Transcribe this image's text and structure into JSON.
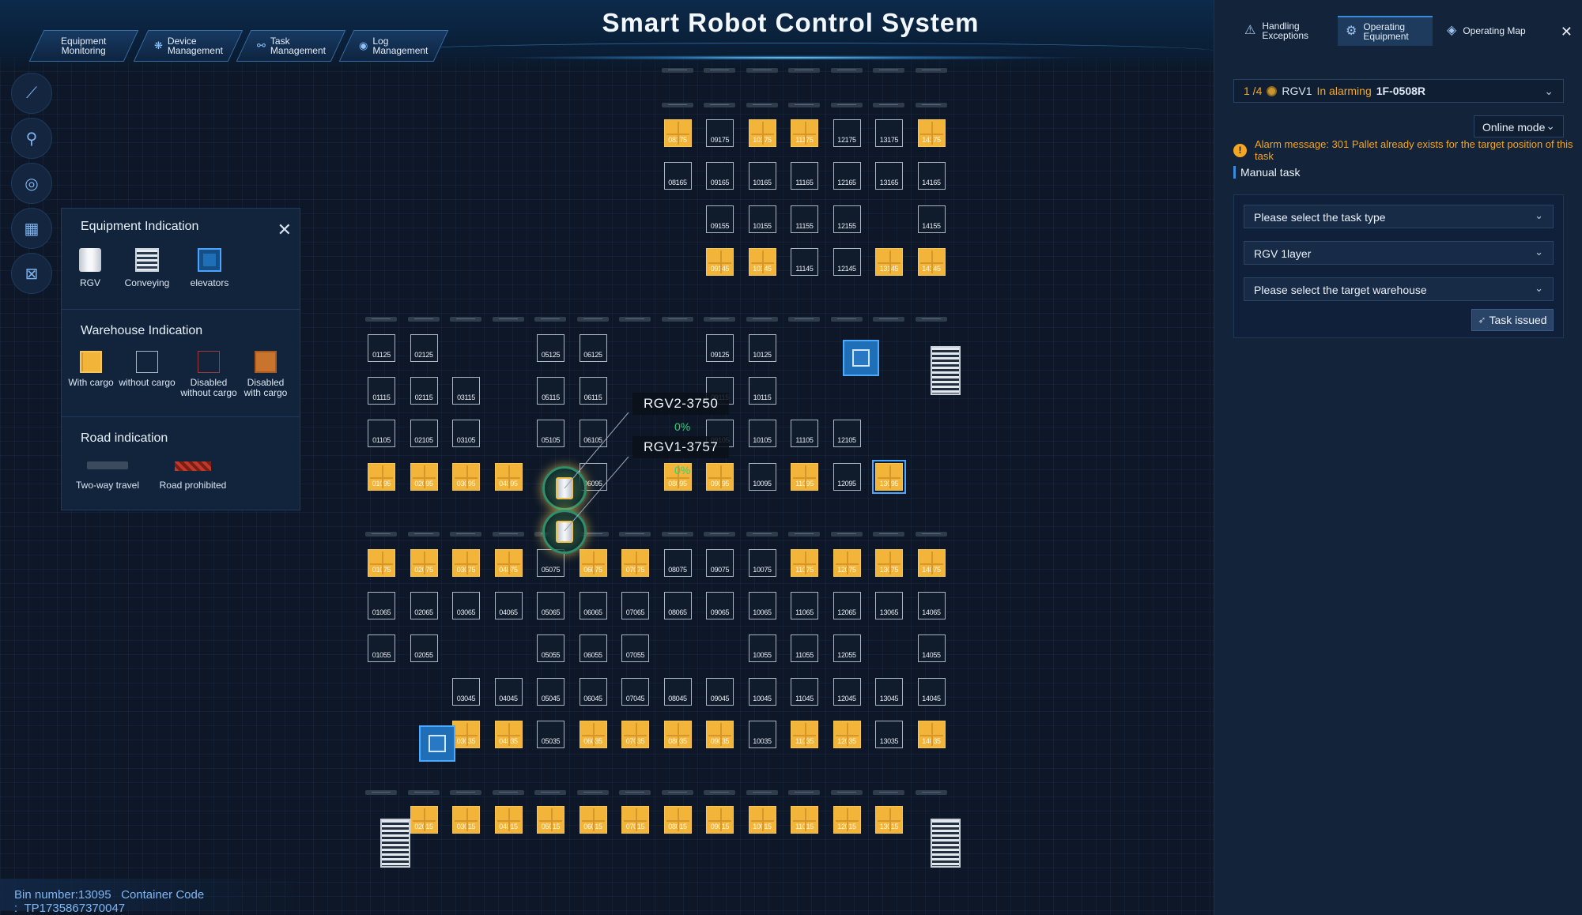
{
  "header": {
    "title": "Smart Robot Control System"
  },
  "nav": [
    {
      "id": "equipment-monitoring",
      "label": "Equipment\nMonitoring",
      "icon": "monitor-icon"
    },
    {
      "id": "device-management",
      "label": "Device\nManagement",
      "icon": "gear-icon"
    },
    {
      "id": "task-management",
      "label": "Task\nManagement",
      "icon": "flow-icon"
    },
    {
      "id": "log-management",
      "label": "Log\nManagement",
      "icon": "log-icon"
    }
  ],
  "toolbar": [
    "ruler-icon",
    "search-icon",
    "locate-icon",
    "grid-icon",
    "fit-icon"
  ],
  "legend": {
    "equipment_title": "Equipment Indication",
    "equipment": [
      "RGV",
      "Conveying",
      "elevators"
    ],
    "warehouse_title": "Warehouse Indication",
    "warehouse": [
      "With cargo",
      "without cargo",
      "Disabled without cargo",
      "Disabled with cargo"
    ],
    "road_title": "Road indication",
    "road": [
      "Two-way travel",
      "Road prohibited"
    ]
  },
  "map": {
    "rgv_labels": [
      {
        "name": "RGV2-3750",
        "pct": "0%"
      },
      {
        "name": "RGV1-3757",
        "pct": "0%"
      }
    ]
  },
  "status": {
    "bin_label": "Bin number:",
    "bin": "13095",
    "container_label": "Container Code :",
    "container": "TP1735867370047"
  },
  "panel": {
    "tabs": [
      {
        "label": "Handling\nExceptions",
        "icon": "alert-icon"
      },
      {
        "label": "Operating\nEquipment",
        "icon": "wrench-icon",
        "active": true
      },
      {
        "label": "Operating Map",
        "icon": "layers-icon"
      }
    ],
    "rgv_select": {
      "index": "1 /4",
      "name": "RGV1",
      "state": "In alarming",
      "location": "1F-0508R"
    },
    "mode": "Online mode",
    "alarm": "Alarm message: 301 Pallet already exists for the target position of this task",
    "manual_title": "Manual task",
    "task_type_placeholder": "Please select the task type",
    "layer": "RGV 1layer",
    "warehouse_placeholder": "Please select the target warehouse",
    "task_button": "Task issued"
  },
  "colors": {
    "cargo": "#f2b53a",
    "accent": "#3b8bdc",
    "alarm": "#f5a623",
    "rgv_progress": "#31d27a"
  }
}
